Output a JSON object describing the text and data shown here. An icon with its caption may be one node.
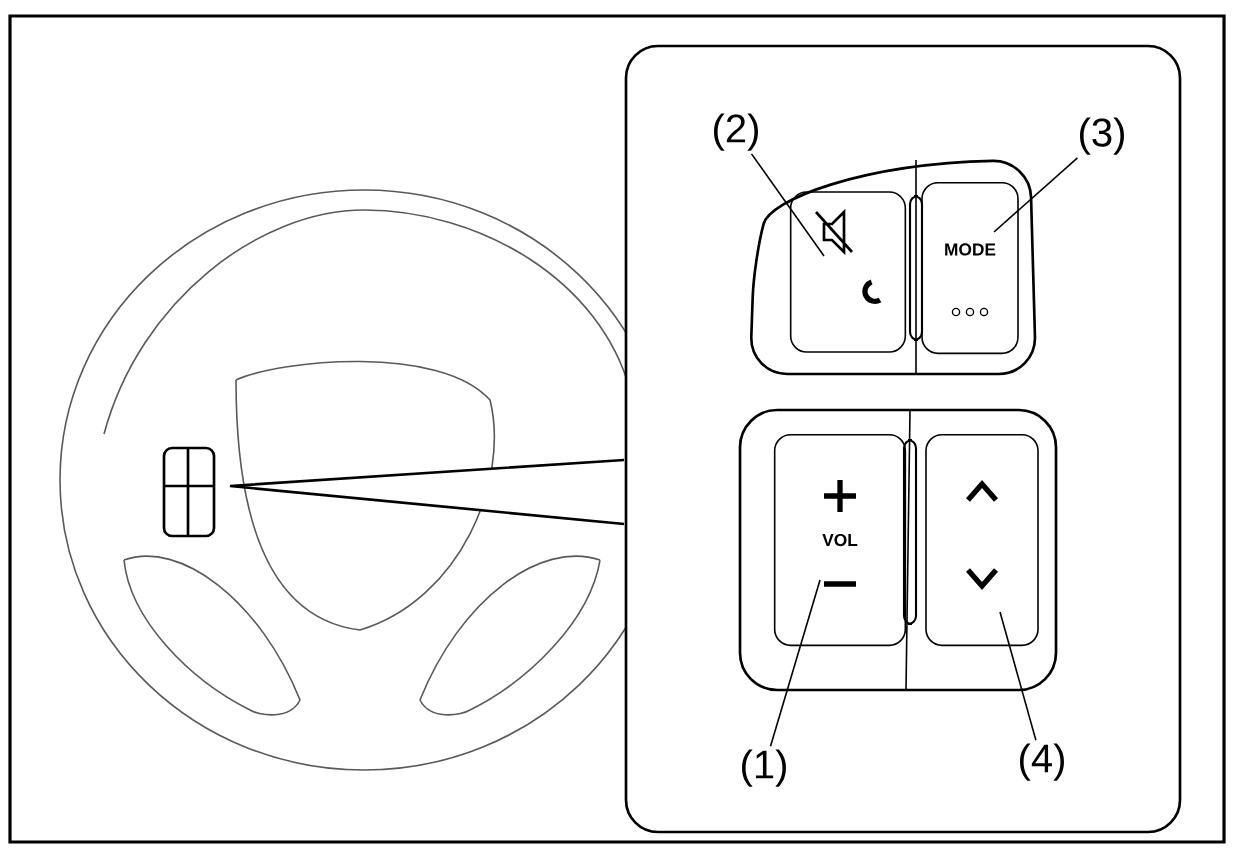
{
  "diagram": {
    "nodes": [
      {
        "text": [
          "(2)"
        ]
      },
      {
        "text": [
          "(3)"
        ]
      },
      {
        "text": [],
        "shape": "box"
      },
      {
        "text": [
          "MODE"
        ]
      },
      {
        "text": [
          "VOL"
        ]
      },
      {
        "text": [],
        "shape": "box"
      },
      {
        "text": [
          "(1)"
        ]
      },
      {
        "text": [
          "(4)"
        ]
      }
    ],
    "edges": [
      {
        "from": 0,
        "to": 2,
        "arrow": "none"
      },
      {
        "from": 1,
        "to": 3,
        "arrow": "none"
      },
      {
        "from": 6,
        "to": 4,
        "arrow": "none"
      },
      {
        "from": 7,
        "to": 5,
        "arrow": "none"
      }
    ]
  }
}
